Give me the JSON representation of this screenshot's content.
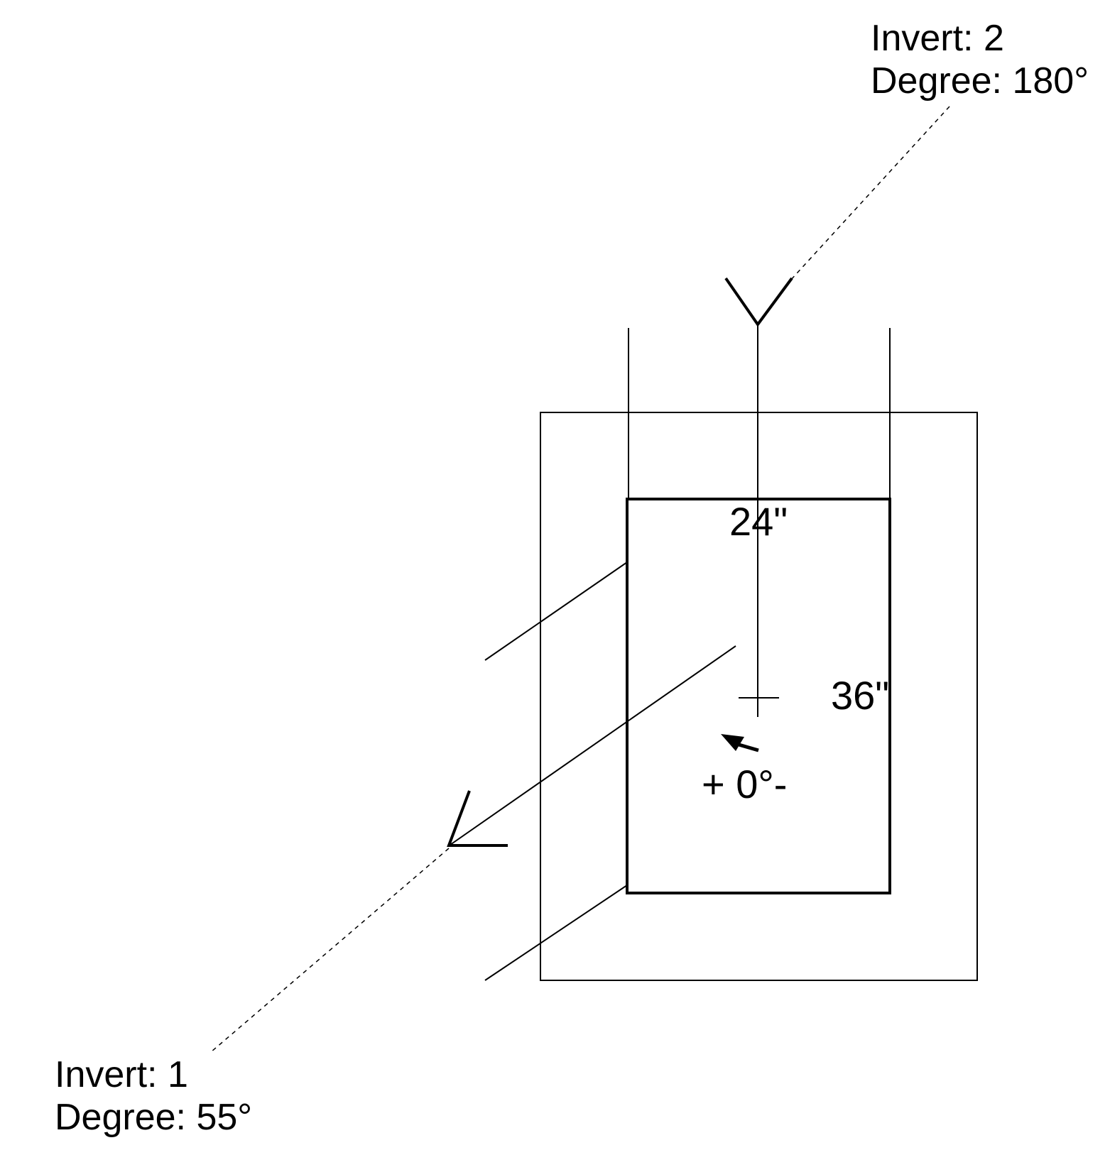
{
  "labels": {
    "outlet_top": {
      "invert": "Invert: 2",
      "degree": "Degree: 180°"
    },
    "inlet_bottom": {
      "invert": "Invert: 1",
      "degree": "Degree: 55°"
    }
  },
  "dimensions": {
    "width": "24\"",
    "height": "36\""
  },
  "rotation_control": {
    "text": "+ 0°-"
  },
  "colors": {
    "stroke": "#000000",
    "background": "#ffffff"
  }
}
